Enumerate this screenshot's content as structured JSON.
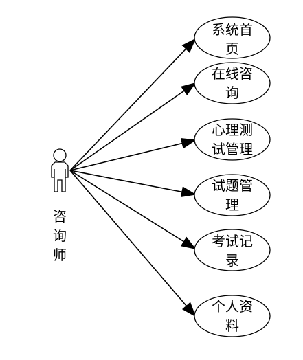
{
  "actor": {
    "name_lines": [
      "咨",
      "询",
      "师"
    ]
  },
  "use_cases": [
    {
      "lines": [
        "系统首",
        "页"
      ]
    },
    {
      "lines": [
        "在线咨",
        "询"
      ]
    },
    {
      "lines": [
        "心理测",
        "试管理"
      ]
    },
    {
      "lines": [
        "试题管",
        "理"
      ]
    },
    {
      "lines": [
        "考试记",
        "录"
      ]
    },
    {
      "lines": [
        "个人资",
        "料"
      ]
    }
  ],
  "colors": {
    "stroke": "#000000",
    "fill": "#ffffff"
  }
}
